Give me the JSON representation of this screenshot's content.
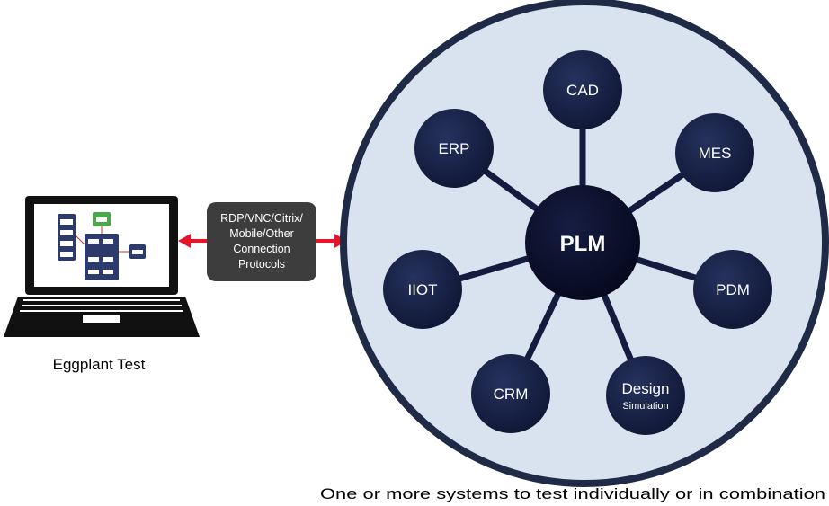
{
  "laptop": {
    "caption": "Eggplant Test"
  },
  "connection": {
    "lines": [
      "RDP/VNC/Citrix/",
      "Mobile/Other",
      "Connection",
      "Protocols"
    ]
  },
  "hub": {
    "label": "PLM"
  },
  "systems": {
    "cad": "CAD",
    "erp": "ERP",
    "mes": "MES",
    "iiot": "IIOT",
    "pdm": "PDM",
    "crm": "CRM",
    "design": {
      "title": "Design",
      "subtitle": "Simulation"
    }
  },
  "footer": {
    "caption": "One or more systems to test individually or in combination"
  },
  "colors": {
    "outer_circle_fill": "#d9e3ef",
    "outer_circle_stroke": "#1e2a46",
    "node_fill": "#131c3e",
    "hub_fill": "#0a0e26",
    "spoke": "#131c3e",
    "connector_box": "#3d3d3d",
    "arrow": "#e8142b",
    "laptop_body": "#111111"
  }
}
